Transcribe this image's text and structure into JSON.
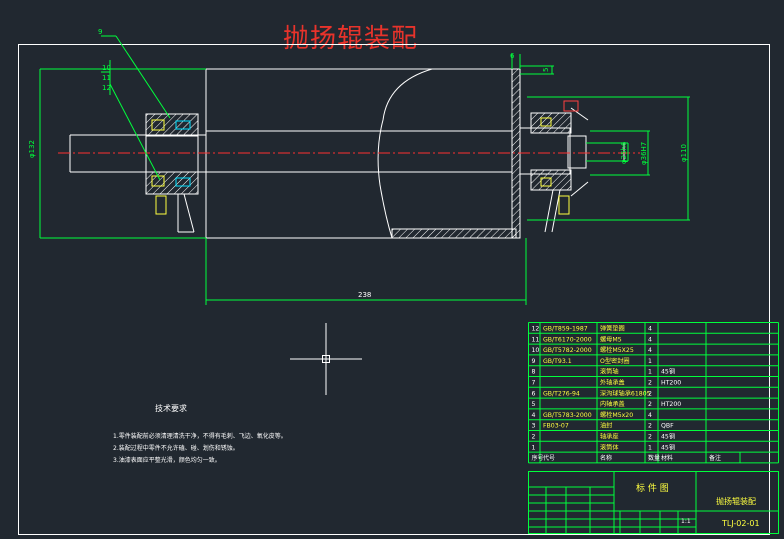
{
  "drawing": {
    "title": "抛扬辊装配",
    "tech_requirements_title": "技术要求",
    "tech_requirements": [
      "1.零件装配前必须清理清洗干净，不得有毛刺、飞边、氧化皮等。",
      "2.装配过程中零件不允许磕、碰、划伤和锈蚀。",
      "3.油漆表面应平整光滑，颜色均匀一致。"
    ]
  },
  "dimensions": {
    "length": "238",
    "dia_left": "φ132",
    "dia_shaft": "φ25h6",
    "dia_bearing": "φ36H7",
    "dia_outer": "φ110",
    "thickness": "6",
    "small": "5"
  },
  "balloons": [
    "9",
    "10",
    "11",
    "12"
  ],
  "bom": {
    "rows": [
      {
        "no": "12",
        "code": "GB/T859-1987",
        "name": "弹簧垫圈",
        "qty": "4",
        "material": "",
        "note": ""
      },
      {
        "no": "11",
        "code": "GB/T6170-2000",
        "name": "螺母M5",
        "qty": "4",
        "material": "",
        "note": ""
      },
      {
        "no": "10",
        "code": "GB/T5782-2000",
        "name": "螺栓M5X25",
        "qty": "4",
        "material": "",
        "note": ""
      },
      {
        "no": "9",
        "code": "GB/T93.1",
        "name": "O型密封圈",
        "qty": "1",
        "material": "",
        "note": ""
      },
      {
        "no": "8",
        "code": "",
        "name": "滚筒轴",
        "qty": "1",
        "material": "45钢",
        "note": ""
      },
      {
        "no": "7",
        "code": "",
        "name": "外轴承盖",
        "qty": "2",
        "material": "HT200",
        "note": ""
      },
      {
        "no": "6",
        "code": "GB/T276-94",
        "name": "深沟球轴承61805",
        "qty": "2",
        "material": "",
        "note": ""
      },
      {
        "no": "5",
        "code": "",
        "name": "内轴承盖",
        "qty": "2",
        "material": "HT200",
        "note": ""
      },
      {
        "no": "4",
        "code": "GB/T5783-2000",
        "name": "螺栓M5x20",
        "qty": "4",
        "material": "",
        "note": ""
      },
      {
        "no": "3",
        "code": "FB03-07",
        "name": "油封",
        "qty": "2",
        "material": "QBF",
        "note": ""
      },
      {
        "no": "2",
        "code": "",
        "name": "轴承座",
        "qty": "2",
        "material": "45钢",
        "note": ""
      },
      {
        "no": "1",
        "code": "",
        "name": "滚筒体",
        "qty": "1",
        "material": "45钢",
        "note": ""
      }
    ],
    "header": [
      "序号",
      "代号",
      "名称",
      "数量",
      "材料",
      "备注"
    ]
  },
  "title_block": {
    "label": "标 件 图",
    "part_name": "抛扬辊装配",
    "drawing_no": "TLJ-02-01",
    "scale": "1:1"
  }
}
